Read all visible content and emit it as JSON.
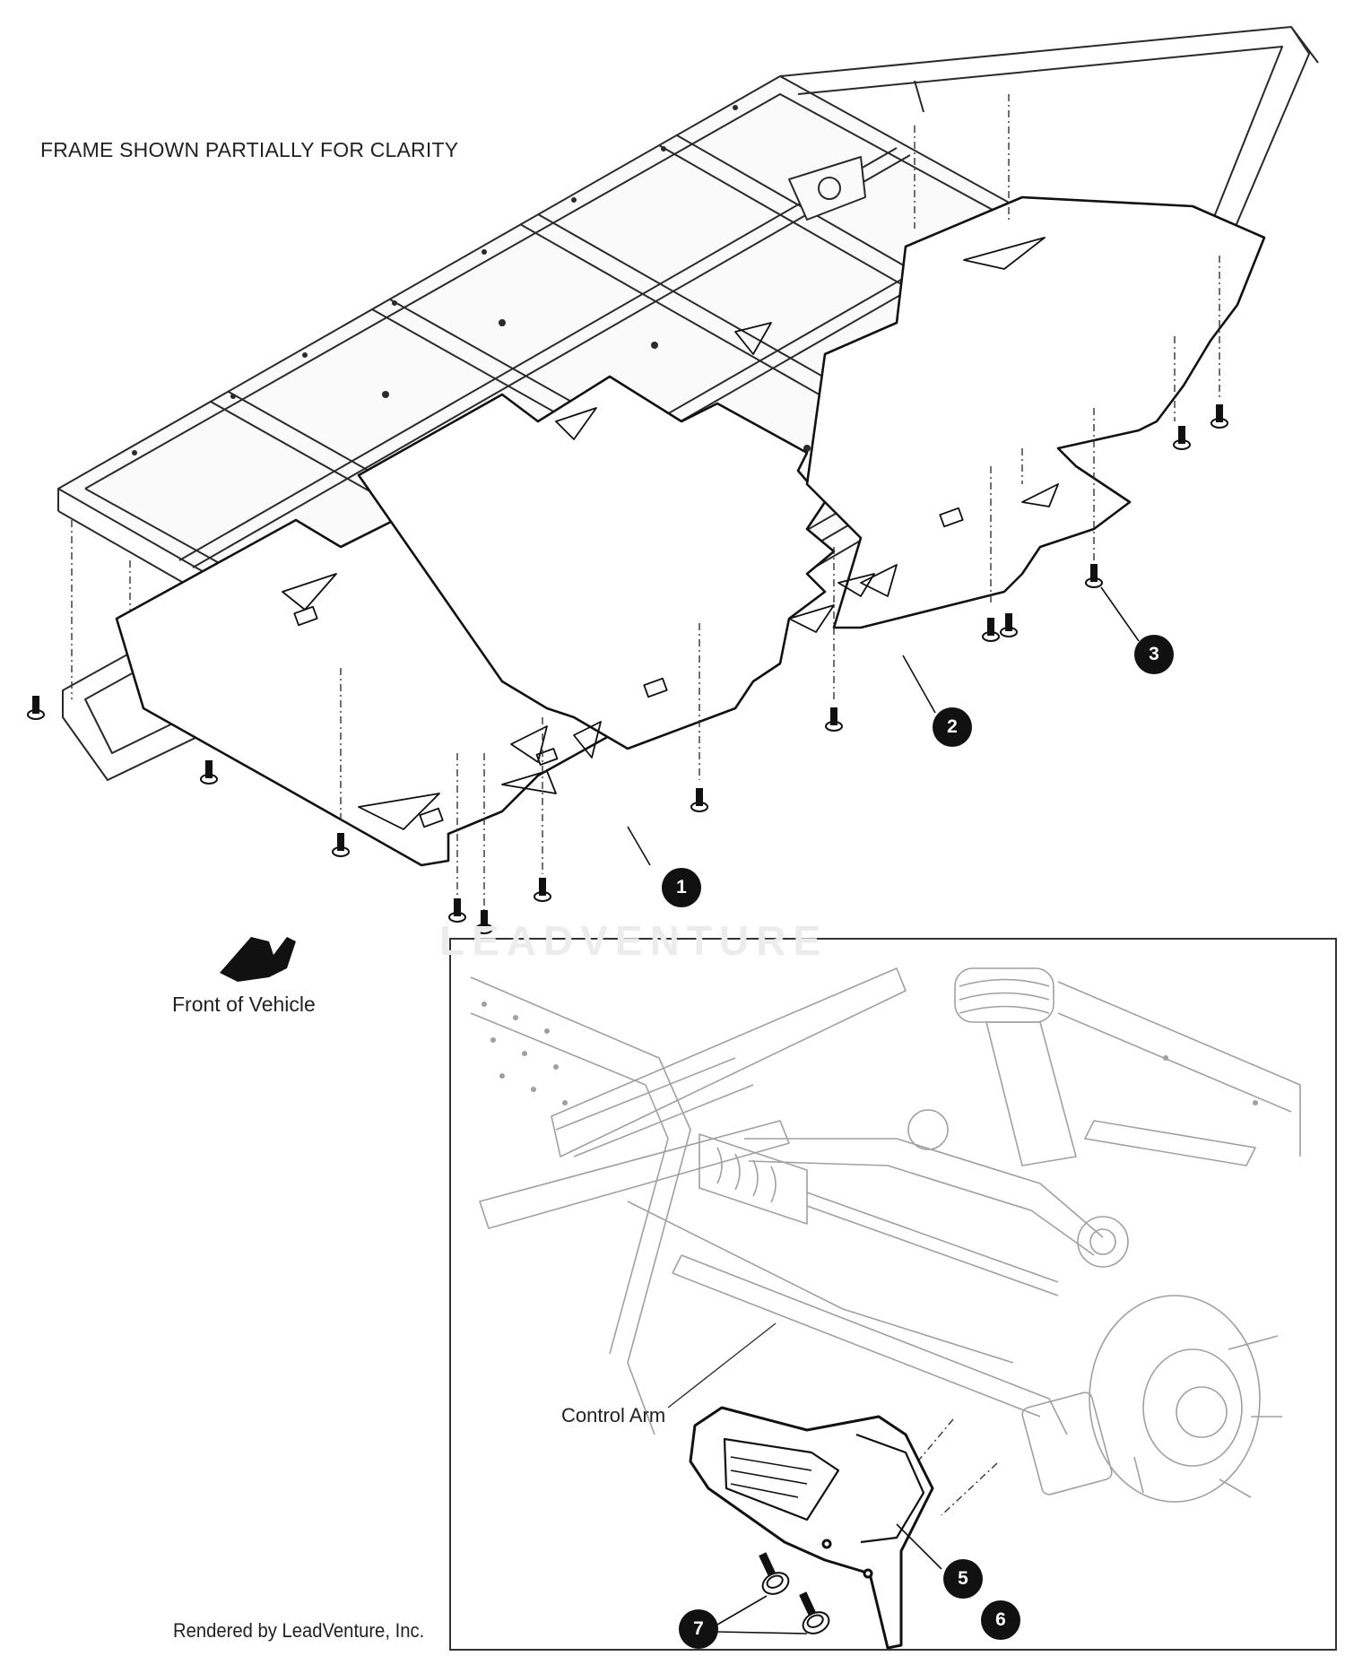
{
  "diagram": {
    "note": "FRAME SHOWN PARTIALLY FOR CLARITY",
    "front_label": "Front of Vehicle",
    "control_arm_label": "Control Arm",
    "credit": "Rendered by LeadVenture, Inc.",
    "watermark": "LEADVENTURE",
    "callouts": [
      "1",
      "2",
      "3",
      "5",
      "6",
      "7"
    ]
  },
  "colors": {
    "line": "#2a2a2a",
    "light_line": "#9a9a9a",
    "callout_fill": "#111111",
    "callout_text": "#ffffff"
  },
  "icons": [
    "front-arrow-icon",
    "bolt-icon",
    "skid-guard-icon"
  ]
}
